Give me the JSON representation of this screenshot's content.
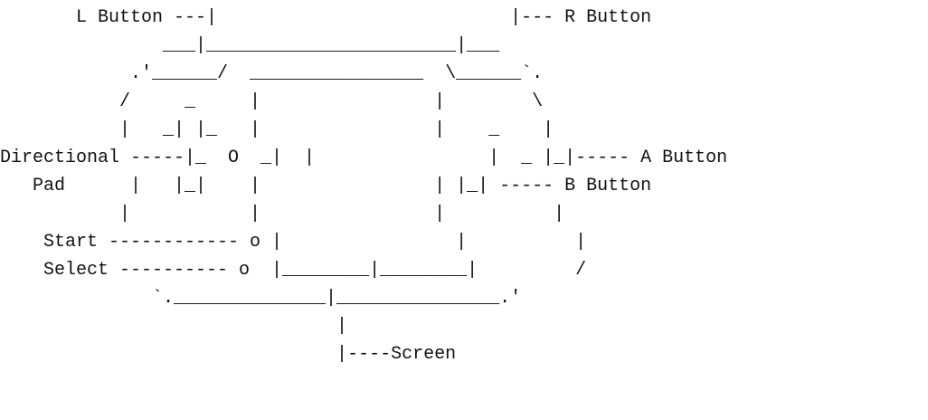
{
  "diagram": {
    "lines": [
      "       L Button ---|                           |--- R Button",
      "               ___|_______________________|___",
      "            .'______/  ________________  \\______`.",
      "           /     _     |                |        \\",
      "           |   _| |_   |                |    _    |",
      "Directional -----|_  O  _|  |                |  _ |_|----- A Button",
      "   Pad      |   |_|    |                | |_| ----- B Button",
      "           |           |                |          |",
      "    Start ------------ o |                |          |",
      "    Select ---------- o  |________|________|         /",
      "              `.______________|_______________.'",
      "                               |",
      "                               |----Screen"
    ],
    "labels": [
      "L Button",
      "R Button",
      "Directional",
      "Pad",
      "A Button",
      "B Button",
      "Start",
      "Select",
      "Screen"
    ]
  }
}
